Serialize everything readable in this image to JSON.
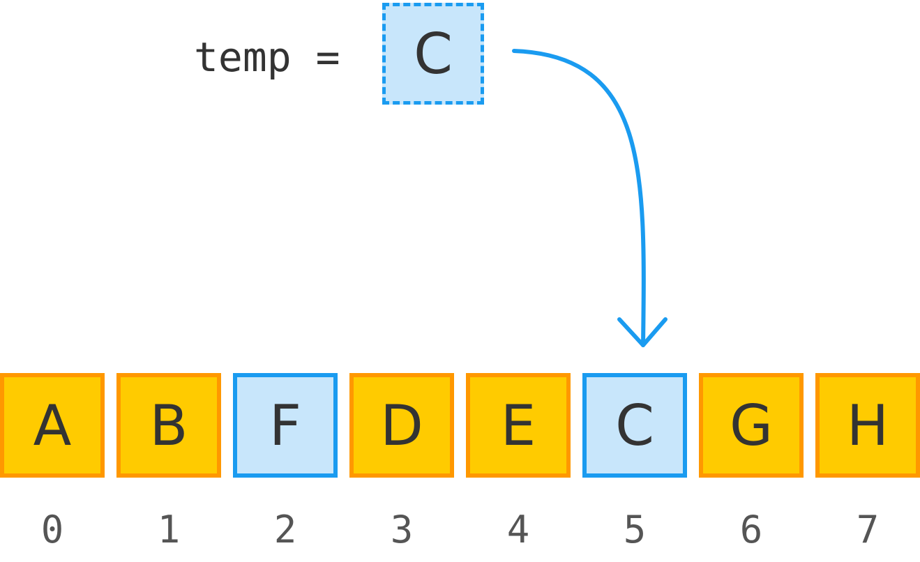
{
  "temp": {
    "label": "temp =",
    "value": "C"
  },
  "array": {
    "cells": [
      {
        "value": "A",
        "index": "0",
        "highlight": false
      },
      {
        "value": "B",
        "index": "1",
        "highlight": false
      },
      {
        "value": "F",
        "index": "2",
        "highlight": true
      },
      {
        "value": "D",
        "index": "3",
        "highlight": false
      },
      {
        "value": "E",
        "index": "4",
        "highlight": false
      },
      {
        "value": "C",
        "index": "5",
        "highlight": true
      },
      {
        "value": "G",
        "index": "6",
        "highlight": false
      },
      {
        "value": "H",
        "index": "7",
        "highlight": false
      }
    ]
  },
  "colors": {
    "default_fill": "#ffcb00",
    "default_border": "#ff9800",
    "highlight_fill": "#c8e6fb",
    "highlight_border": "#1a9bf0",
    "arrow": "#1a9bf0",
    "text": "#333333"
  }
}
